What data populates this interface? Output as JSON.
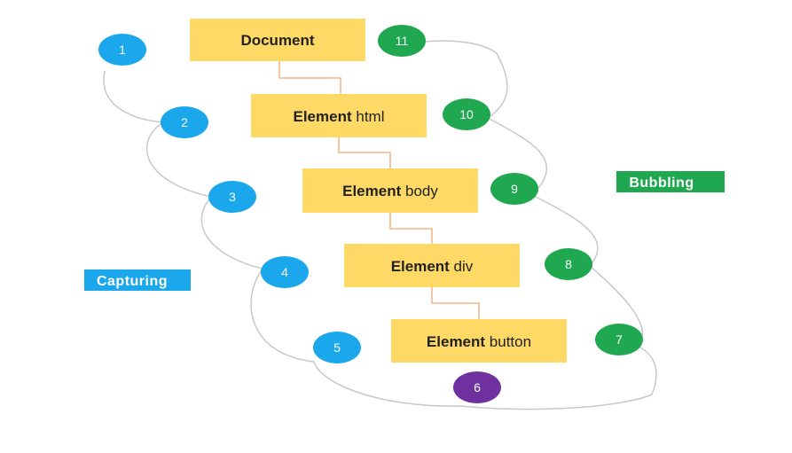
{
  "colors": {
    "node_fill": "#ffd966",
    "connector": "#f4a86a",
    "capture": "#1aa7ec",
    "bubble": "#1fa84f",
    "target": "#7030a0",
    "path": "#c8c8c8"
  },
  "nodes": [
    {
      "bold": "Document",
      "rest": ""
    },
    {
      "bold": "Element",
      "rest": " html"
    },
    {
      "bold": "Element",
      "rest": " body"
    },
    {
      "bold": "Element",
      "rest": " div"
    },
    {
      "bold": "Element",
      "rest": " button"
    }
  ],
  "steps": {
    "capturing": [
      "1",
      "2",
      "3",
      "4",
      "5"
    ],
    "target": "6",
    "bubbling": [
      "7",
      "8",
      "9",
      "10",
      "11"
    ]
  },
  "labels": {
    "capturing": "Capturing",
    "bubbling": "Bubbling"
  }
}
